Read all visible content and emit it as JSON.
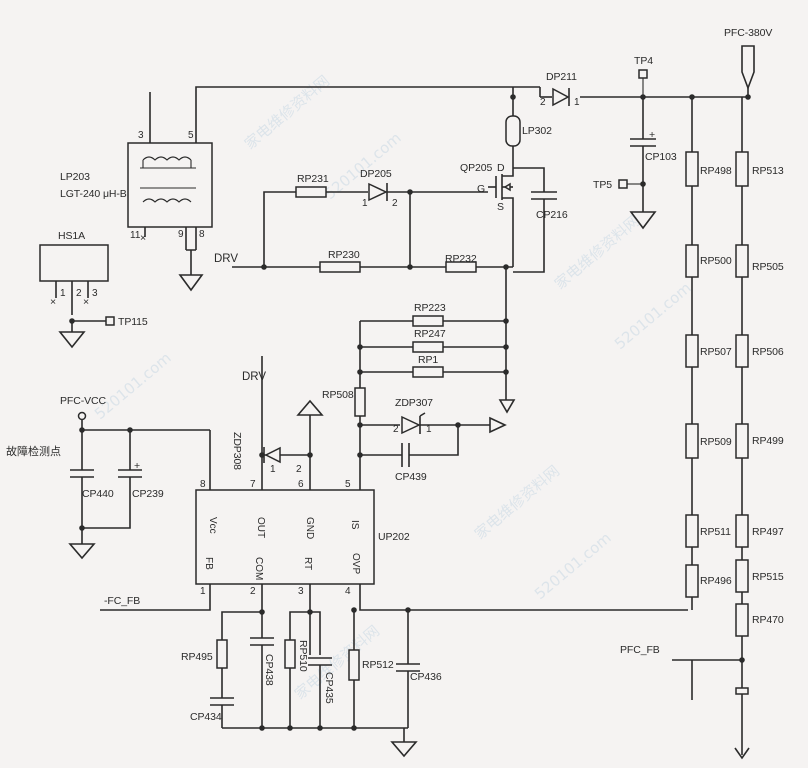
{
  "nets": {
    "pfc_380v": "PFC-380V",
    "pfc_vcc": "PFC-VCC",
    "pfc_fb_in": "PFC_FB",
    "pfc_fb_ic": "-FC_FB",
    "drv_top": "DRV",
    "drv_ic": "DRV"
  },
  "labels": {
    "fault_point": "故障检测点",
    "lp203": "LP203",
    "lp203_val": "LGT-240 μH-B",
    "hs1a": "HS1A",
    "tp115": "TP115",
    "tp4": "TP4",
    "tp5": "TP5",
    "lp302": "LP302",
    "dp211": "DP211",
    "cp103": "CP103",
    "qp205": "QP205",
    "q_d": "D",
    "q_g": "G",
    "q_s": "S",
    "cp216": "CP216",
    "rp231": "RP231",
    "dp205": "DP205",
    "rp230": "RP230",
    "rp232": "RP232",
    "rp223": "RP223",
    "rp247": "RP247",
    "rp1": "RP1",
    "rp508": "RP508",
    "zdp307": "ZDP307",
    "cp439": "CP439",
    "zdp308": "ZDP308",
    "up202": "UP202",
    "cp440": "CP440",
    "cp239": "CP239",
    "rp495": "RP495",
    "cp434": "CP434",
    "cp438": "CP438",
    "rp510": "RP510",
    "cp435": "CP435",
    "rp512": "RP512",
    "cp436": "CP436",
    "rp498": "RP498",
    "rp500": "RP500",
    "rp507": "RP507",
    "rp509": "RP509",
    "rp511": "RP511",
    "rp496": "RP496",
    "rp513": "RP513",
    "rp505": "RP505",
    "rp506": "RP506",
    "rp499": "RP499",
    "rp497": "RP497",
    "rp515": "RP515",
    "rp470": "RP470"
  },
  "pins": {
    "vcc": "Vcc",
    "out": "OUT",
    "gnd": "GND",
    "is": "IS",
    "fb": "FB",
    "com": "COM",
    "rt": "RT",
    "ovp": "OVP",
    "n8": "8",
    "n7": "7",
    "n6": "6",
    "n5": "5",
    "n1": "1",
    "n2": "2",
    "n3": "3",
    "n4": "4",
    "t3": "3",
    "t5": "5",
    "t11": "11",
    "t9": "9",
    "t8": "8",
    "h1": "1",
    "h2": "2",
    "h3": "3",
    "d211_2": "2",
    "d211_1": "1",
    "d205_1": "1",
    "d205_2": "2",
    "z307_2": "2",
    "z307_1": "1",
    "z308_1": "1",
    "z308_2": "2",
    "plus_cp103": "+",
    "plus_cp239": "+"
  },
  "watermark": {
    "text": "家电维修资料网",
    "domain": "520101.com"
  }
}
